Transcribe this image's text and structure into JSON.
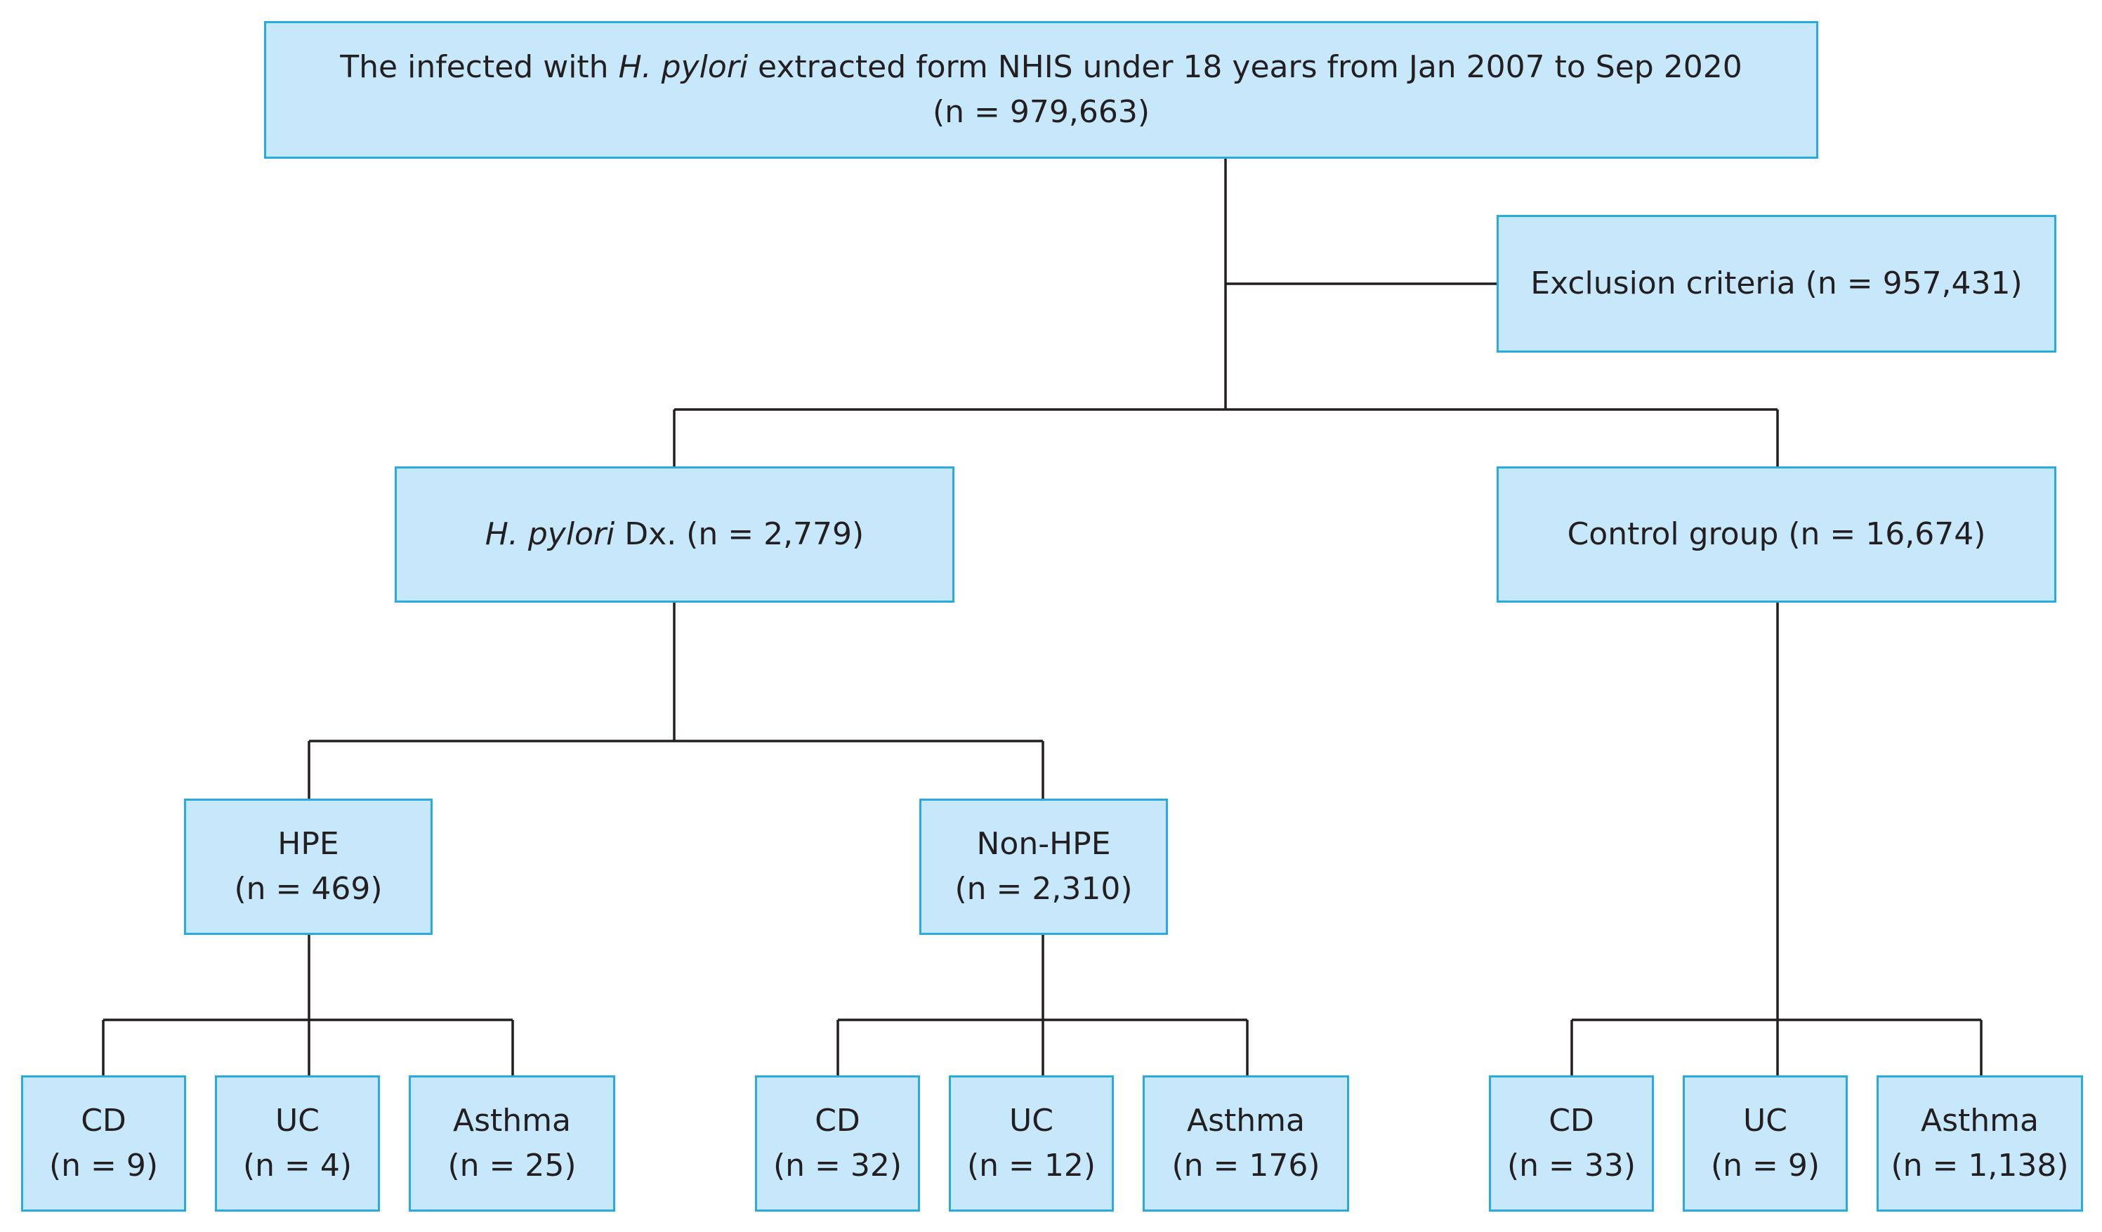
{
  "root": {
    "pre": "The infected with ",
    "italic": "H. pylori",
    "post": " extracted form NHIS under 18 years from Jan 2007 to Sep 2020",
    "count": "(n = 979,663)"
  },
  "exclusion": {
    "label": "Exclusion criteria (n = 957,431)"
  },
  "hp_dx": {
    "italic": "H. pylori",
    "post": " Dx. (n = 2,779)"
  },
  "control": {
    "label": "Control group (n = 16,674)"
  },
  "hpe": {
    "label": "HPE",
    "count": "(n = 469)"
  },
  "non_hpe": {
    "label": "Non-HPE",
    "count": "(n = 2,310)"
  },
  "outcomes": {
    "hpe": [
      {
        "label": "CD",
        "count": "(n = 9)"
      },
      {
        "label": "UC",
        "count": "(n = 4)"
      },
      {
        "label": "Asthma",
        "count": "(n = 25)"
      }
    ],
    "non_hpe": [
      {
        "label": "CD",
        "count": "(n = 32)"
      },
      {
        "label": "UC",
        "count": "(n = 12)"
      },
      {
        "label": "Asthma",
        "count": "(n = 176)"
      }
    ],
    "control": [
      {
        "label": "CD",
        "count": "(n = 33)"
      },
      {
        "label": "UC",
        "count": "(n = 9)"
      },
      {
        "label": "Asthma",
        "count": "(n = 1,138)"
      }
    ]
  }
}
